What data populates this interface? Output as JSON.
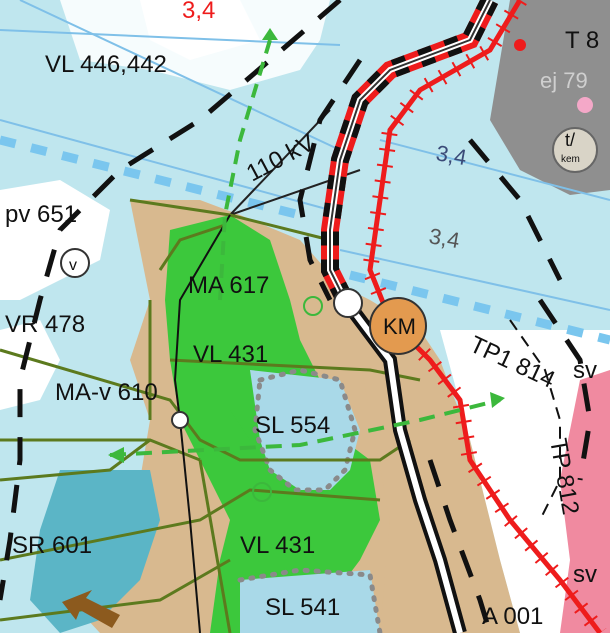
{
  "map": {
    "labels": {
      "vl_top": "VL 446,442",
      "pv": "pv 651",
      "v_symbol": "v",
      "vr": "VR 478",
      "ma_v": "MA-v 610",
      "sr": "SR 601",
      "ma_617": "MA 617",
      "vl_431_upper": "VL 431",
      "sl_554": "SL 554",
      "vl_431_lower": "VL 431",
      "sl_541": "SL 541",
      "power_line": "110 kV",
      "num_3_4_top": "3,4",
      "num_3_4_mid": "3,4",
      "num_3_4_low": "3,4",
      "km": "KM",
      "tp_1814": "TP1 814",
      "tp_812": "TP 812",
      "sv_upper": "sv",
      "sv_lower": "sv",
      "a_001": "A 001",
      "t_8": "T 8",
      "ej_79": "ej 79",
      "t_kem_top": "t/",
      "t_kem_bottom": "kem"
    },
    "colors": {
      "water": "#bfe6ee",
      "sand": "#d8b98f",
      "green": "#3cc83c",
      "light_blue_zone": "#a9d9e8",
      "teal_zone": "#5bb5c6",
      "road_red": "#ee1c1c",
      "km_circle": "#e39a4f",
      "pink_zone": "#f08aa0",
      "grey_zone": "#8f8f8f"
    }
  }
}
